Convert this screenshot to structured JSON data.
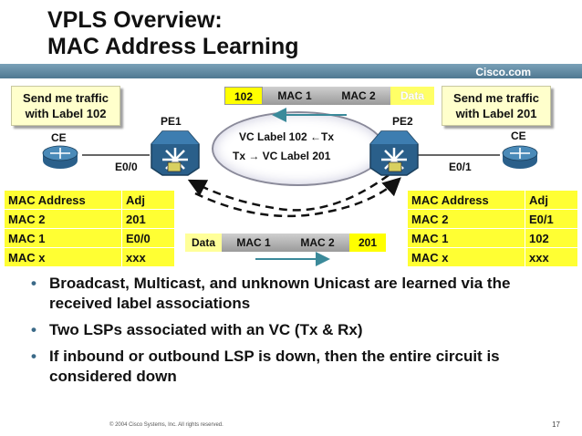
{
  "header": {
    "title_line1": "VPLS Overview:",
    "title_line2": "MAC Address Learning",
    "brand": "Cisco.com"
  },
  "callouts": {
    "left_line1": "Send me traffic",
    "left_line2": "with Label 102",
    "right_line1": "Send me traffic",
    "right_line2": "with Label 201"
  },
  "devices": {
    "pe1": "PE1",
    "pe2": "PE2",
    "ce_left": "CE",
    "ce_right": "CE",
    "port_left": "E0/0",
    "port_right": "E0/1"
  },
  "frame_top": {
    "label": "102",
    "mac1": "MAC 1",
    "mac2": "MAC 2",
    "data": "Data"
  },
  "frame_bottom": {
    "data": "Data",
    "mac1": "MAC 1",
    "mac2": "MAC 2",
    "label": "201"
  },
  "cloud": {
    "line1": "VC Label 102 ←Tx",
    "line2": "Tx → VC Label 201"
  },
  "table_left": {
    "header": [
      "MAC Address",
      "Adj"
    ],
    "rows": [
      [
        "MAC 2",
        "201"
      ],
      [
        "MAC 1",
        "E0/0"
      ],
      [
        "MAC x",
        "xxx"
      ]
    ]
  },
  "table_right": {
    "header": [
      "MAC Address",
      "Adj"
    ],
    "rows": [
      [
        "MAC 2",
        "E0/1"
      ],
      [
        "MAC 1",
        "102"
      ],
      [
        "MAC x",
        "xxx"
      ]
    ]
  },
  "bullets": [
    "Broadcast, Multicast, and unknown Unicast are learned via the received label associations",
    "Two LSPs associated with an VC (Tx & Rx)",
    "If inbound or outbound LSP is down, then the entire circuit is considered down"
  ],
  "footer": {
    "copyright": "© 2004 Cisco Systems, Inc. All rights reserved.",
    "page": "17"
  },
  "colors": {
    "table_fill": "#ffff33",
    "callout_fill": "#ffffcc",
    "router_fill": "#2a5f8a",
    "header_bar": "#5b8aa6"
  }
}
